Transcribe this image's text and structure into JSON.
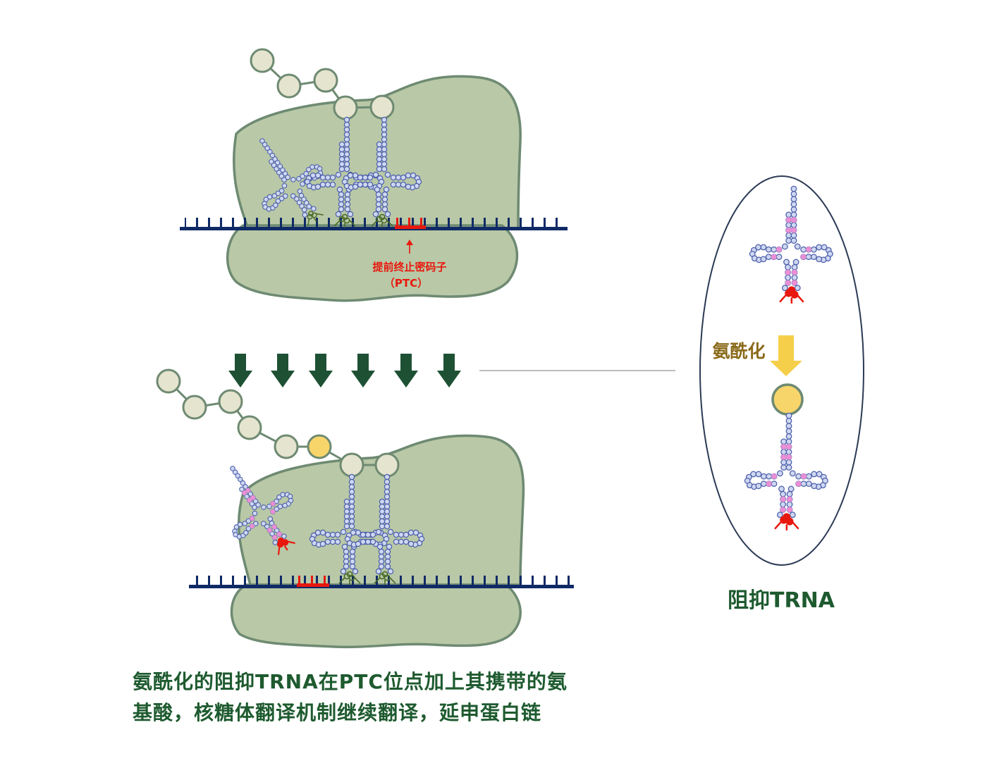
{
  "top_panel": {
    "ptc_label_line1": "提前终止密码子",
    "ptc_label_line2": "（PTC）"
  },
  "side_panel": {
    "aminoacylation_label": "氨酰化",
    "suppressor_trna_label": "阻抑TRNA"
  },
  "caption": {
    "line1": "氨酰化的阻抑TRNA在PTC位点加上其携带的氨",
    "line2": "基酸，核糖体翻译机制继续翻译，延申蛋白链"
  },
  "colors": {
    "ribosome_fill": "#b9c8a6",
    "ribosome_stroke": "#6e8a72",
    "mrna": "#0f2a66",
    "ptc": "#e8180e",
    "arrow_green": "#1e5134",
    "arrow_yellow": "#f6cf4a",
    "amino_acid": "#e5e4cf",
    "new_amino_acid": "#f8d56a",
    "nucleotide": "#8d9fd8",
    "paired_nucleotide": "#ea8fd5",
    "caption_text": "#1e5a2f"
  },
  "icons": [
    "down-arrow-icon",
    "up-arrow-icon",
    "trna-icon"
  ]
}
